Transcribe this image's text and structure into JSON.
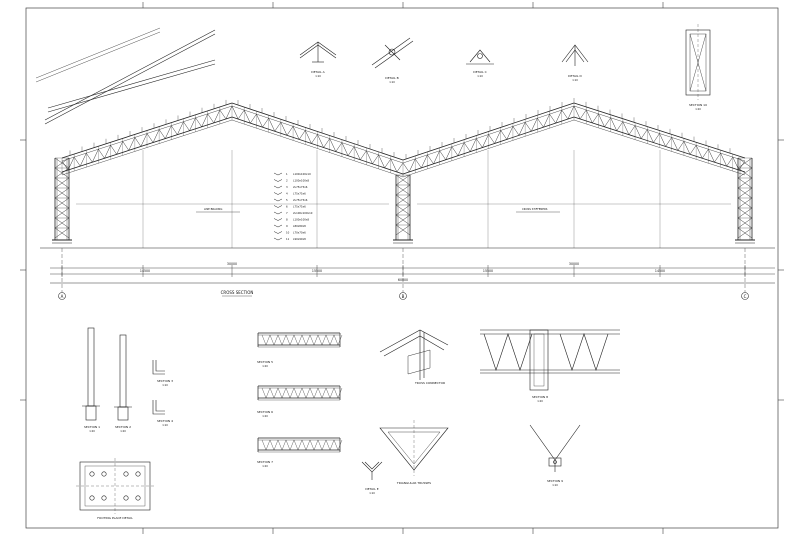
{
  "drawing": {
    "main_view_label": "CROSS SECTION",
    "grid_labels": [
      "A",
      "B",
      "C"
    ],
    "overall_dimension": "60000",
    "bay_dimensions": [
      "30000",
      "30000"
    ],
    "sub_dimensions": [
      "14500",
      "15500",
      "15500",
      "14500"
    ],
    "member_legend": [
      {
        "no": "1",
        "size": "L100x100x10"
      },
      {
        "no": "2",
        "size": "L100x100x8"
      },
      {
        "no": "3",
        "size": "2L75x75x6"
      },
      {
        "no": "4",
        "size": "L75x75x6"
      },
      {
        "no": "5",
        "size": "2L75x75x6"
      },
      {
        "no": "6",
        "size": "L75x75x6"
      },
      {
        "no": "7",
        "size": "2L100x100x10"
      },
      {
        "no": "8",
        "size": "L100x100x8"
      },
      {
        "no": "9",
        "size": "L80x80x8"
      },
      {
        "no": "10",
        "size": "L70x70x6"
      },
      {
        "no": "11",
        "size": "L90x90x8"
      }
    ],
    "notes": [
      "LINE BRACING",
      "CROSS STIFFENERS"
    ],
    "sections": [
      {
        "title": "SECTION 1",
        "scale": "1:20"
      },
      {
        "title": "SECTION 2",
        "scale": "1:20"
      },
      {
        "title": "SECTION 3",
        "scale": "1:10"
      },
      {
        "title": "SECTION 4",
        "scale": "1:10"
      },
      {
        "title": "SECTION 5",
        "scale": "1:20"
      },
      {
        "title": "SECTION 6",
        "scale": "1:20"
      },
      {
        "title": "SECTION 7",
        "scale": "1:20"
      },
      {
        "title": "SECTION 8",
        "scale": "1:20"
      },
      {
        "title": "SECTION 9",
        "scale": "1:10"
      },
      {
        "title": "SECTION 10",
        "scale": "1:20"
      }
    ],
    "details": [
      {
        "title": "DETAIL A",
        "scale": "1:10"
      },
      {
        "title": "DETAIL B",
        "scale": "1:10"
      },
      {
        "title": "DETAIL C",
        "scale": "1:10"
      },
      {
        "title": "DETAIL D",
        "scale": "1:10"
      },
      {
        "title": "DETAIL E",
        "scale": "1:10"
      }
    ],
    "footing_title": "FOOTING PLACE DETAIL",
    "triangle_title": "TRIANGULAR TRUSSES",
    "connector_title": "TRUSS CONNECTOR"
  }
}
